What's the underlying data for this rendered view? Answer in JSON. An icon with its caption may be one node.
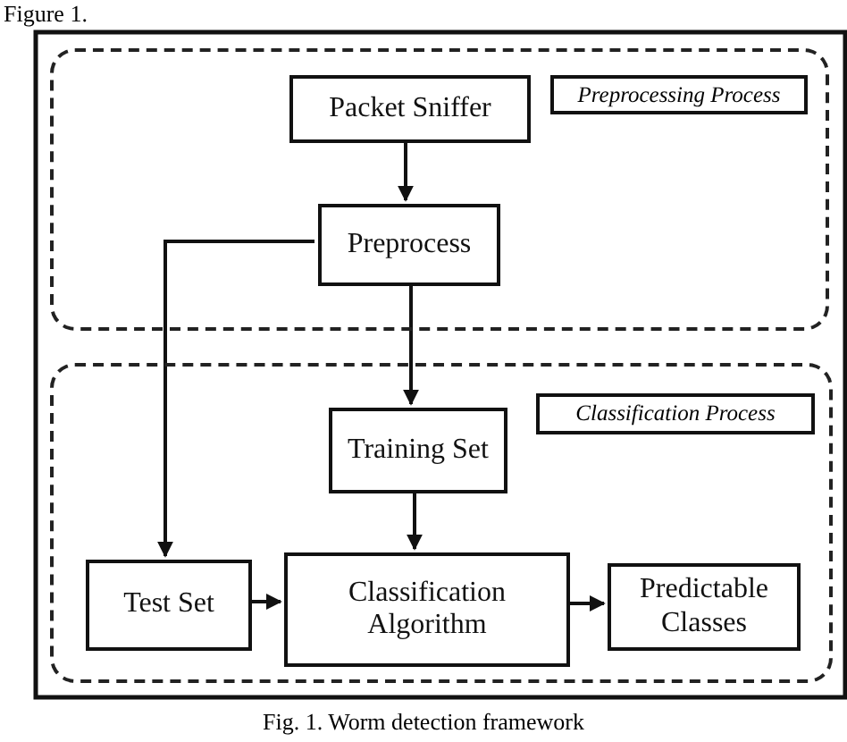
{
  "diagram": {
    "title": "Figure 1.",
    "caption": "Fig. 1. Worm detection framework",
    "nodes": [
      {
        "text": [
          "Preprocessing Process"
        ]
      },
      {
        "text": [
          "Packet Sniffer"
        ],
        "in": 0
      },
      {
        "text": [
          "Preprocess"
        ],
        "in": 0
      },
      {
        "text": [
          "Classification Process"
        ]
      },
      {
        "text": [
          "Training Set"
        ],
        "in": 3
      },
      {
        "text": [
          "Test Set"
        ],
        "in": 3
      },
      {
        "text": [
          "Classification Algorithm"
        ],
        "in": 3
      },
      {
        "text": [
          "Predictable Classes"
        ],
        "in": 3
      }
    ],
    "edges": [
      {
        "from": 1,
        "to": 2,
        "arrow": "to"
      },
      {
        "from": 2,
        "to": 4,
        "arrow": "to"
      },
      {
        "from": 2,
        "to": 5,
        "arrow": "to"
      },
      {
        "from": 4,
        "to": 6,
        "arrow": "to"
      },
      {
        "from": 5,
        "to": 6,
        "arrow": "to"
      },
      {
        "from": 6,
        "to": 7,
        "arrow": "to"
      }
    ]
  }
}
